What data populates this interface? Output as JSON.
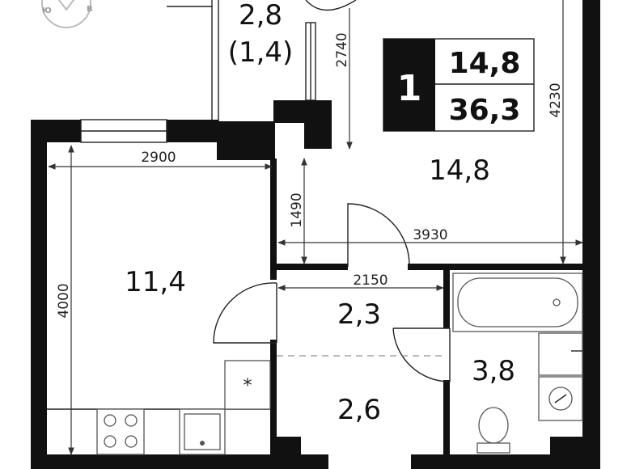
{
  "compass": {
    "letters": [
      "Ю",
      "В"
    ]
  },
  "badge": {
    "rooms": "1",
    "living_area": "14,8",
    "total_area": "36,3"
  },
  "rooms": {
    "balcony_area": "2,8",
    "balcony_area_reduced": "(1,4)",
    "living_room": "14,8",
    "bedroom": "11,4",
    "hallway": "2,3",
    "corridor": "2,6",
    "bathroom": "3,8"
  },
  "dimensions": {
    "balcony_depth": "2740",
    "living_depth": "4230",
    "bedroom_width": "2900",
    "bedroom_length": "4000",
    "nook_depth": "1490",
    "living_width": "3930",
    "hallway_width": "2150"
  },
  "colors": {
    "wall": "#111111",
    "background": "#ffffff",
    "badge_fill": "#111111"
  }
}
